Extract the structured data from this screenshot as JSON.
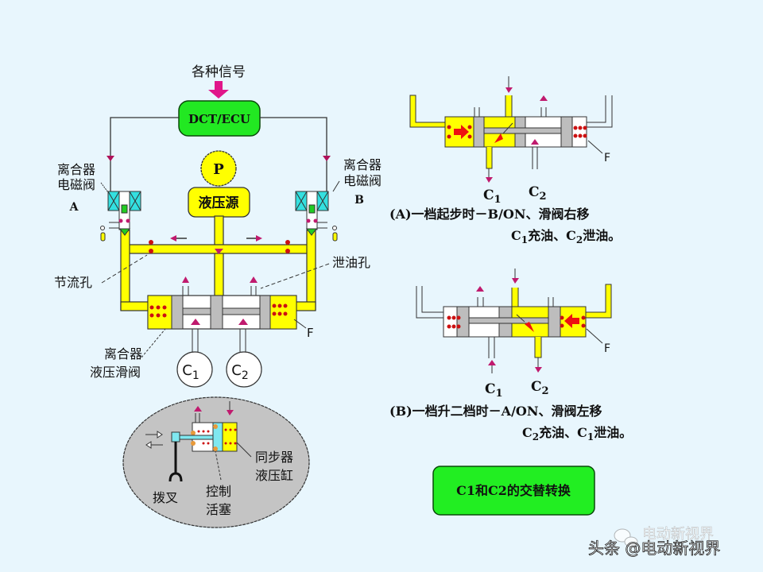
{
  "colors": {
    "background": "#e8f6fd",
    "oil_yellow": "#ffff00",
    "ecu_green": "#22e822",
    "piston_gray": "#bdbdbd",
    "solenoid_cyan": "#33e0e0",
    "arrow_magenta": "#e0168a",
    "dot_red": "#cc1111",
    "ellipse_gray": "#c4c4c4"
  },
  "left_diagram": {
    "signal_label": "各种信号",
    "ecu_label": "DCT/ECU",
    "pump_label": "P",
    "hydraulic_source_label": "液压源",
    "solenoid_a": {
      "line1": "离合器",
      "line2": "电磁阀",
      "id": "A"
    },
    "solenoid_b": {
      "line1": "离合器",
      "line2": "电磁阀",
      "id": "B"
    },
    "orifice_label": "节流孔",
    "drain_hole_label": "泄油孔",
    "spool_valve_label": {
      "line1": "离合器",
      "line2": "液压滑阀"
    },
    "spring_label": "F",
    "clutch_c1": {
      "main": "C",
      "sub": "1"
    },
    "clutch_c2": {
      "main": "C",
      "sub": "2"
    }
  },
  "synchronizer": {
    "cylinder_label": {
      "line1": "同步器",
      "line2": "液压缸"
    },
    "piston_label": {
      "line1": "控制",
      "line2": "活塞"
    },
    "fork_label": "拨叉"
  },
  "panel_a": {
    "c1": {
      "main": "C",
      "sub": "1"
    },
    "c2": {
      "main": "C",
      "sub": "2"
    },
    "spring_label": "F",
    "caption_line1": "(A)一档起步时－B/ON、滑阀右移",
    "caption_line2_parts": {
      "c1_main": "C",
      "c1_sub": "1",
      "text1": "充油、",
      "c2_main": "C",
      "c2_sub": "2",
      "text2": "泄油。"
    }
  },
  "panel_b": {
    "c1": {
      "main": "C",
      "sub": "1"
    },
    "c2": {
      "main": "C",
      "sub": "2"
    },
    "spring_label": "F",
    "caption_line1": "(B)一档升二档时－A/ON、滑阀左移",
    "caption_line2_parts": {
      "c2_main": "C",
      "c2_sub": "2",
      "text1": "充油、",
      "c1_main": "C",
      "c1_sub": "1",
      "text2": "泄油。"
    }
  },
  "summary_box": {
    "label": "C1和C2的交替转换"
  },
  "watermark": {
    "text": "头条 @电动新视界",
    "faint_text": "电动新视界"
  }
}
